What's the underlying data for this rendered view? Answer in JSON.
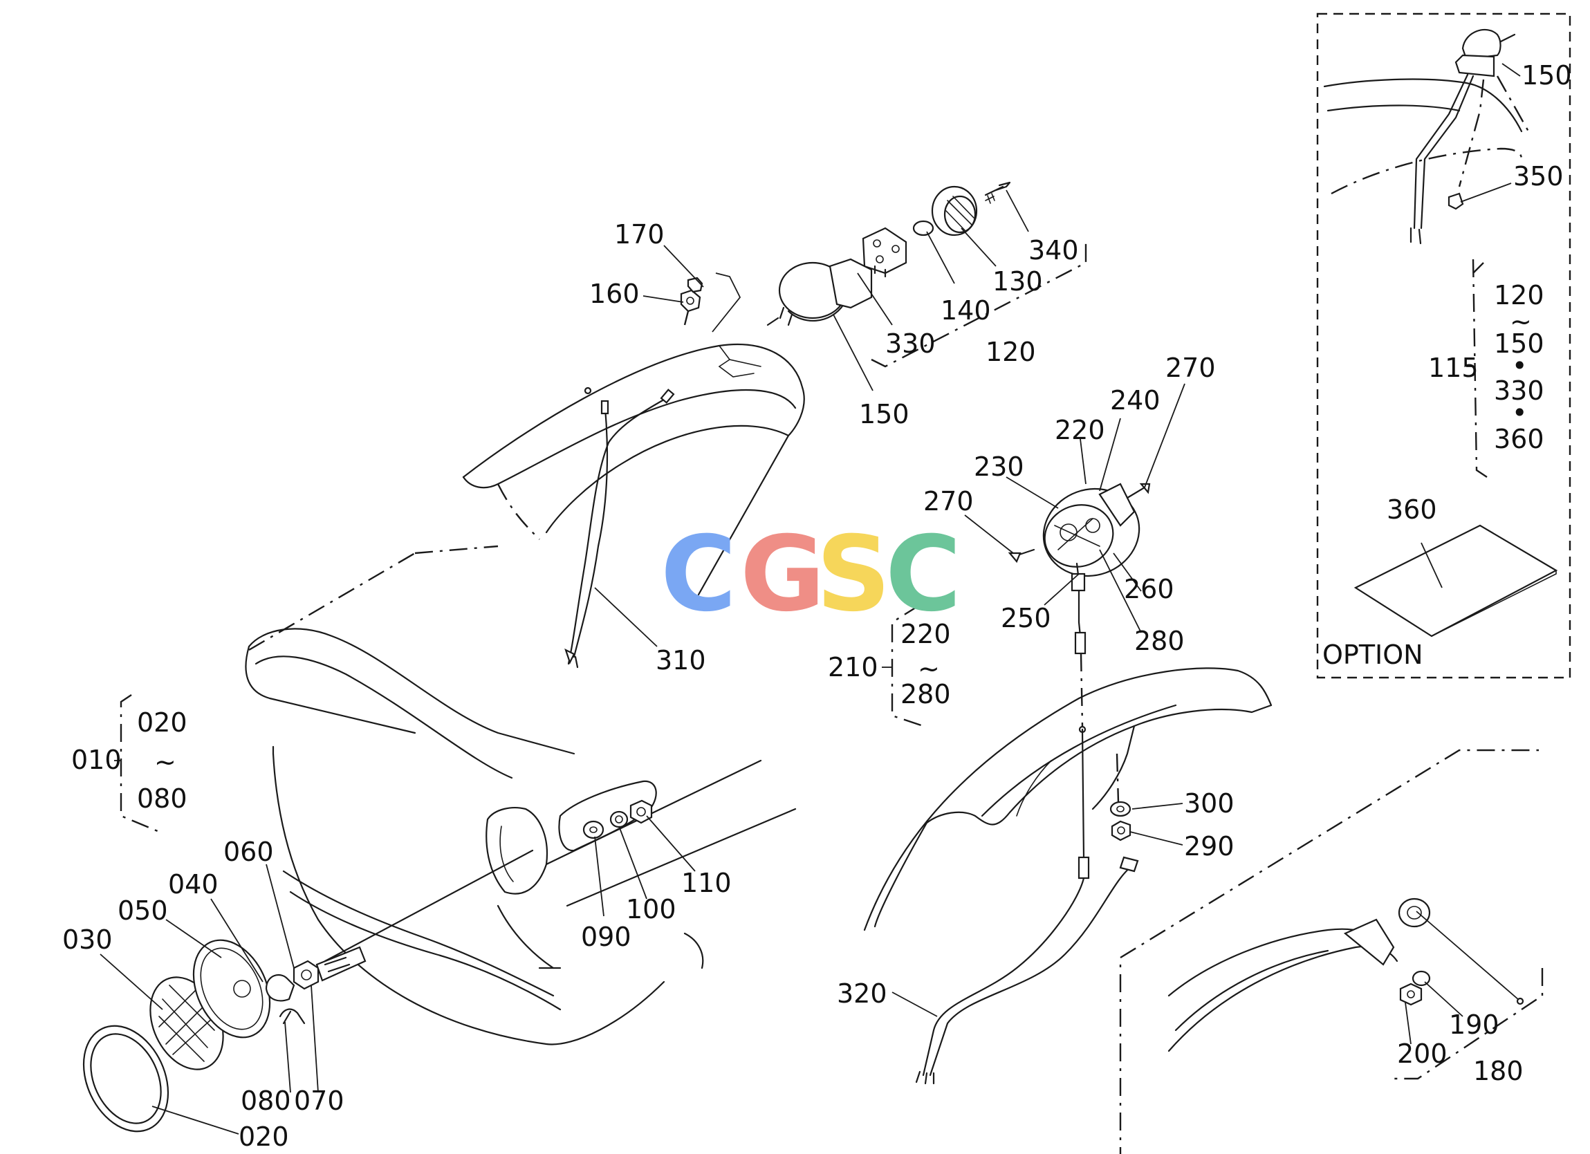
{
  "watermark": {
    "letters": [
      "C",
      "G",
      "S",
      "C"
    ],
    "colors": [
      "#7aa7f3",
      "#ef8e86",
      "#f6d65a",
      "#6cc59a"
    ]
  },
  "option_label": "OPTION",
  "callouts": {
    "c170": "170",
    "c160": "160",
    "c340": "340",
    "c130": "130",
    "c140": "140",
    "c330": "330",
    "c120": "120",
    "c150": "150",
    "c310": "310",
    "c270a": "270",
    "c240": "240",
    "c220": "220",
    "c230": "230",
    "c270b": "270",
    "c260": "260",
    "c250": "250",
    "c280": "280",
    "c060": "060",
    "c040": "040",
    "c050": "050",
    "c030": "030",
    "c080": "080",
    "c070": "070",
    "c020": "020",
    "c090": "090",
    "c100": "100",
    "c110": "110",
    "c300": "300",
    "c290": "290",
    "c320": "320",
    "c190": "190",
    "c200": "200",
    "c180": "180",
    "c150opt": "150",
    "c350": "350",
    "c360": "360"
  },
  "groups": {
    "g010": {
      "id": "010",
      "from": "020",
      "sep": "~",
      "to": "080"
    },
    "g210": {
      "id": "210",
      "from": "220",
      "sep": "~",
      "to": "280"
    },
    "g115": {
      "id": "115",
      "items": [
        "120",
        "~",
        "150",
        "•",
        "330",
        "•",
        "360"
      ]
    }
  }
}
